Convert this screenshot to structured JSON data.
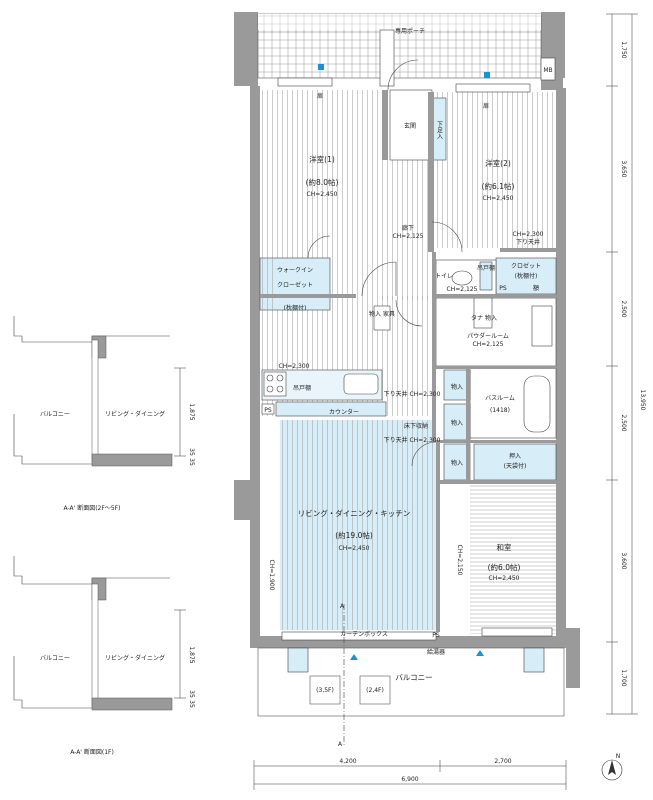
{
  "rooms": {
    "porch": "専用ポーチ",
    "mb": "MB",
    "bedroom1": {
      "name": "洋室(1)",
      "size": "(約8.0帖)",
      "ch": "CH=2,450"
    },
    "bedroom2": {
      "name": "洋室(2)",
      "size": "(約6.1帖)",
      "ch": "CH=2,450"
    },
    "entrance": "玄関",
    "shoe": "下足入",
    "hall": {
      "name": "廊下",
      "ch": "CH=2,125"
    },
    "ch_2300_bed2": "CH=2,300",
    "shita_tenjo": "下り天井",
    "walkin": {
      "name": "ウォークイン",
      "sub": "クローゼット",
      "shelf": "(枕棚付)"
    },
    "closet": {
      "name": "クロゼット",
      "shelf": "(枕棚付)"
    },
    "toilet": {
      "name": "トイレ",
      "ch": "CH=2,125"
    },
    "kitchen_storage": "吊戸棚",
    "ps": "PS",
    "gaku": "額",
    "storage_small": "物入\n家具",
    "powder": {
      "name": "パウダールーム",
      "ch": "CH=2,125"
    },
    "tana": "タナ\n物入",
    "bath": {
      "name": "バスルーム",
      "size": "(1418)"
    },
    "monoire": "物入",
    "oshiire": {
      "name": "押入",
      "sub": "(天袋付)"
    },
    "floor_storage": "床下収納",
    "counter": "カウンター",
    "ldk_ch_2300": "CH=2,300",
    "ldk_shita": "下り天井\nCH=2,300",
    "ldk_shita2": "下り天井\nCH=2,300",
    "ldk": {
      "name": "リビング・ダイニング・キッチン",
      "size": "(約19.0帖)",
      "ch": "CH=2,450"
    },
    "washitsu": {
      "name": "和室",
      "size": "(約6.0帖)",
      "ch": "CH=2,450"
    },
    "curtain": "カーテンボックス",
    "aircon": "給湯器",
    "balcony": "バルコニー",
    "flr35": "(3,5F)",
    "flr24": "(2,4F)",
    "a_mark_top": "A",
    "a_mark_bottom": "A",
    "kado": "扉",
    "ldk_ch_1900": "CH=1,900",
    "washitsu_ch_2150": "CH=2,150"
  },
  "dims_right": [
    "1,750",
    "3,650",
    "2,500",
    "2,500",
    "3,600",
    "1,700"
  ],
  "dims_total_right": "13,950",
  "dims_bottom": [
    "4,200",
    "2,700"
  ],
  "dims_total_bottom": "6,900",
  "sections": {
    "top": {
      "balcony": "バルコニー",
      "living": "リビング・ダイニング",
      "height": "1,875",
      "caption": "A-A' 断面図(2F〜5F)",
      "h1": "35",
      "h2": "35"
    },
    "bottom": {
      "balcony": "バルコニー",
      "living": "リビング・ダイニング",
      "height": "1,875",
      "caption": "A-A' 断面図(1F)",
      "h1": "35",
      "h2": "35"
    }
  },
  "compass": "N"
}
